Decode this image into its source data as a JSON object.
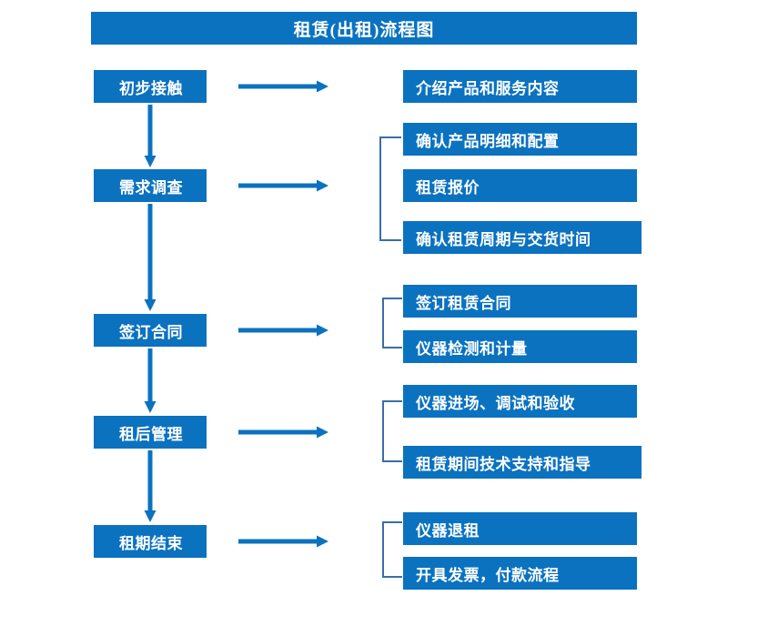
{
  "title": "租赁(出租)流程图",
  "colors": {
    "box_fill": "#0b72c0",
    "box_text": "#ffffff",
    "arrow": "#0b72c0",
    "bracket": "#3a6ea5",
    "background": "#ffffff"
  },
  "stages": [
    {
      "label": "初步接触"
    },
    {
      "label": "需求调查"
    },
    {
      "label": "签订合同"
    },
    {
      "label": "租后管理"
    },
    {
      "label": "租期结束"
    }
  ],
  "details": [
    {
      "label": "介绍产品和服务内容"
    },
    {
      "label": "确认产品明细和配置"
    },
    {
      "label": "租赁报价"
    },
    {
      "label": "确认租赁周期与交货时间"
    },
    {
      "label": "签订租赁合同"
    },
    {
      "label": "仪器检测和计量"
    },
    {
      "label": "仪器进场、调试和验收"
    },
    {
      "label": "租赁期间技术支持和指导"
    },
    {
      "label": "仪器退租"
    },
    {
      "label": "开具发票，付款流程"
    }
  ],
  "groups": [
    {
      "name": "requirement-group"
    },
    {
      "name": "contract-group"
    },
    {
      "name": "post-rental-group"
    },
    {
      "name": "end-group"
    }
  ],
  "connectors": {
    "horizontal_arrows": 5,
    "vertical_arrows": 4
  }
}
